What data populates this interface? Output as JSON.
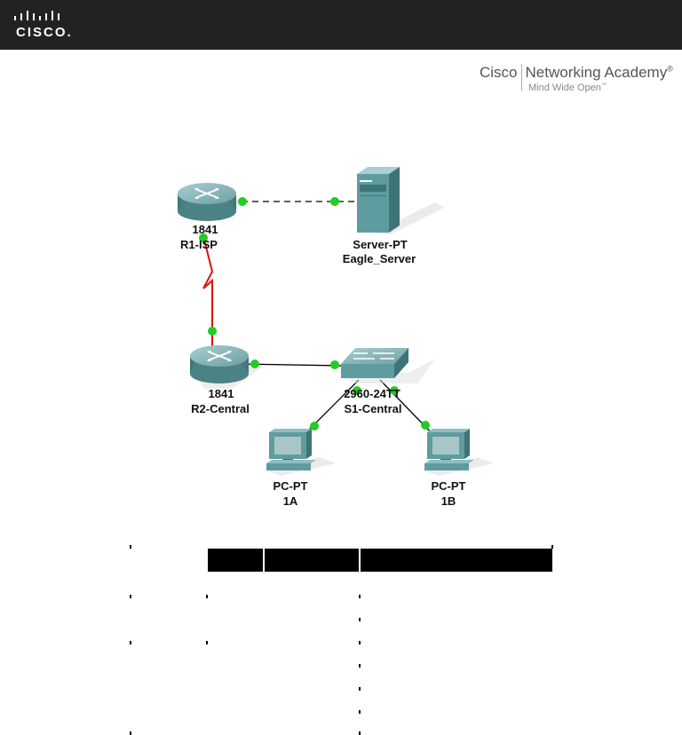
{
  "header": {
    "logo_text": "CISCO."
  },
  "academy": {
    "brand": "Cisco",
    "product": "Networking Academy",
    "registered": "®",
    "tagline": "Mind Wide Open",
    "tm": "™"
  },
  "devices": {
    "r1": {
      "model": "1841",
      "name": "R1-ISP"
    },
    "server": {
      "model": "Server-PT",
      "name": "Eagle_Server"
    },
    "r2": {
      "model": "1841",
      "name": "R2-Central"
    },
    "s1": {
      "model": "2960-24TT",
      "name": "S1-Central"
    },
    "pc1a": {
      "model": "PC-PT",
      "name": "1A"
    },
    "pc1b": {
      "model": "PC-PT",
      "name": "1B"
    }
  },
  "colors": {
    "header_bg": "#222222",
    "device_teal": "#5f9c9f",
    "link_up_green": "#22cc22",
    "serial_red": "#dd1111"
  }
}
